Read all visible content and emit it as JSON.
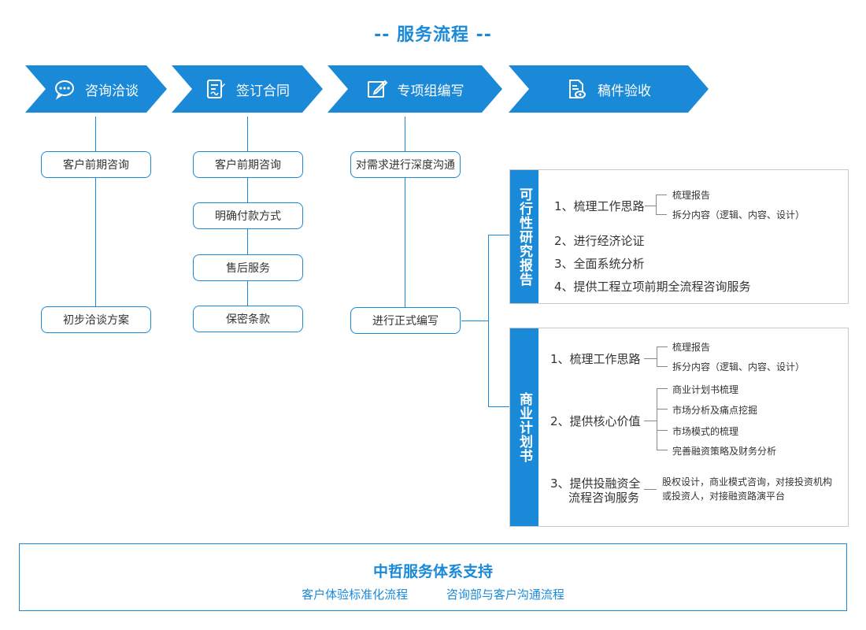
{
  "title": "-- 服务流程 --",
  "stages": [
    {
      "label": "咨询洽谈",
      "icon": "chat-bubble-icon"
    },
    {
      "label": "签订合同",
      "icon": "contract-signature-icon"
    },
    {
      "label": "专项组编写",
      "icon": "edit-pencil-icon"
    },
    {
      "label": "稿件验收",
      "icon": "document-review-icon"
    }
  ],
  "col1": [
    "客户前期咨询",
    "初步洽谈方案"
  ],
  "col2": [
    "客户前期咨询",
    "明确付款方式",
    "售后服务",
    "保密条款"
  ],
  "col3": [
    "对需求进行深度沟通",
    "进行正式编写"
  ],
  "report": {
    "heading": "可行性研究报告",
    "items": [
      {
        "label": "1、梳理工作思路",
        "subs": [
          "梳理报告",
          "拆分内容（逻辑、内容、设计）"
        ]
      },
      {
        "label": "2、进行经济论证"
      },
      {
        "label": "3、全面系统分析"
      },
      {
        "label": "4、提供工程立项前期全流程咨询服务"
      }
    ]
  },
  "plan": {
    "heading": "商业计划书",
    "items": [
      {
        "label": "1、梳理工作思路",
        "subs": [
          "梳理报告",
          "拆分内容（逻辑、内容、设计）"
        ]
      },
      {
        "label": "2、提供核心价值",
        "subs": [
          "商业计划书梳理",
          "市场分析及痛点挖掘",
          "市场模式的梳理",
          "完善融资策略及财务分析"
        ]
      },
      {
        "label_lines": [
          "3、提供投融资全",
          "流程咨询服务"
        ],
        "desc_lines": [
          "股权设计，商业模式咨询，对接投资机构",
          "或投资人，对接融资路演平台"
        ]
      }
    ]
  },
  "support": {
    "title": "中哲服务体系支持",
    "items": [
      "客户体验标准化流程",
      "咨询部与客户沟通流程"
    ]
  },
  "colors": {
    "accent": "#1a8ad8",
    "border": "#c9c9c9",
    "text": "#333333"
  }
}
